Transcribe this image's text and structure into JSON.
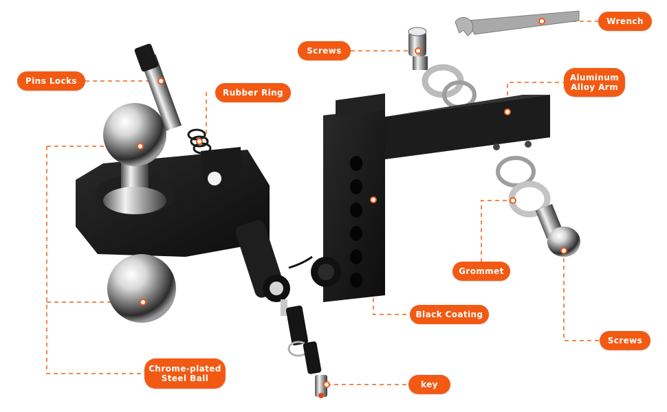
{
  "labels": {
    "pins_locks": "Pins Locks",
    "rubber_ring": "Rubber Ring",
    "screws_top": "Screws",
    "wrench": "Wrench",
    "aluminum_arm_line1": "Aluminum",
    "aluminum_arm_line2": "Alloy Arm",
    "grommet": "Grommet",
    "black_coating": "Black Coating",
    "screws_bottom": "Screws",
    "key": "key",
    "steel_ball_line1": "Chrome-plated",
    "steel_ball_line2": "Steel Ball"
  },
  "colors": {
    "accent": "#f25a14",
    "leader_line": "#f2894a",
    "metal_black": "#161616",
    "chrome": "#c8c8c8"
  }
}
